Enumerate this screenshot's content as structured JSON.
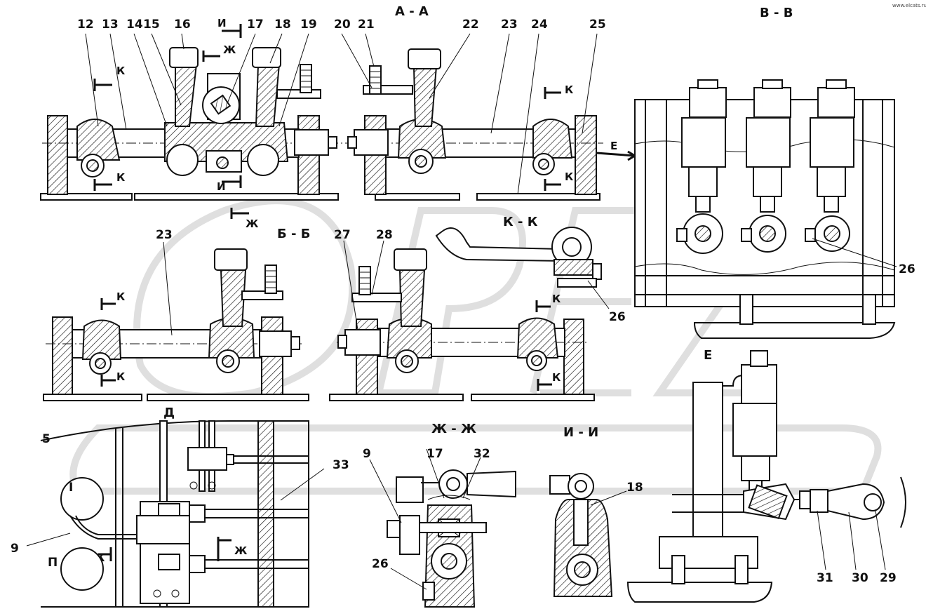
{
  "watermark": "",
  "corner_mark": "www.elcats.ru",
  "views": {
    "aa": "А - А",
    "bb": "Б - Б",
    "vv": "В - В",
    "kk": "К - К",
    "zhzh": "Ж - Ж",
    "ii": "И - И",
    "e": "Е",
    "d": "Д"
  },
  "cut_marks": {
    "k": "К",
    "i": "И",
    "zh": "Ж",
    "e": "Е"
  },
  "roman": [
    "I",
    "П"
  ],
  "callouts_top": [
    "12",
    "13",
    "14",
    "15",
    "16",
    "17",
    "18",
    "19",
    "20",
    "21",
    "22",
    "23",
    "24",
    "25"
  ],
  "callouts": {
    "c23": "23",
    "c27": "27",
    "c28": "28",
    "c26a": "26",
    "c26b": "26",
    "c26c": "26",
    "c5": "5",
    "c9a": "9",
    "c9b": "9",
    "c33": "33",
    "c17": "17",
    "c32": "32",
    "c18": "18",
    "c31": "31",
    "c30": "30",
    "c29": "29"
  }
}
